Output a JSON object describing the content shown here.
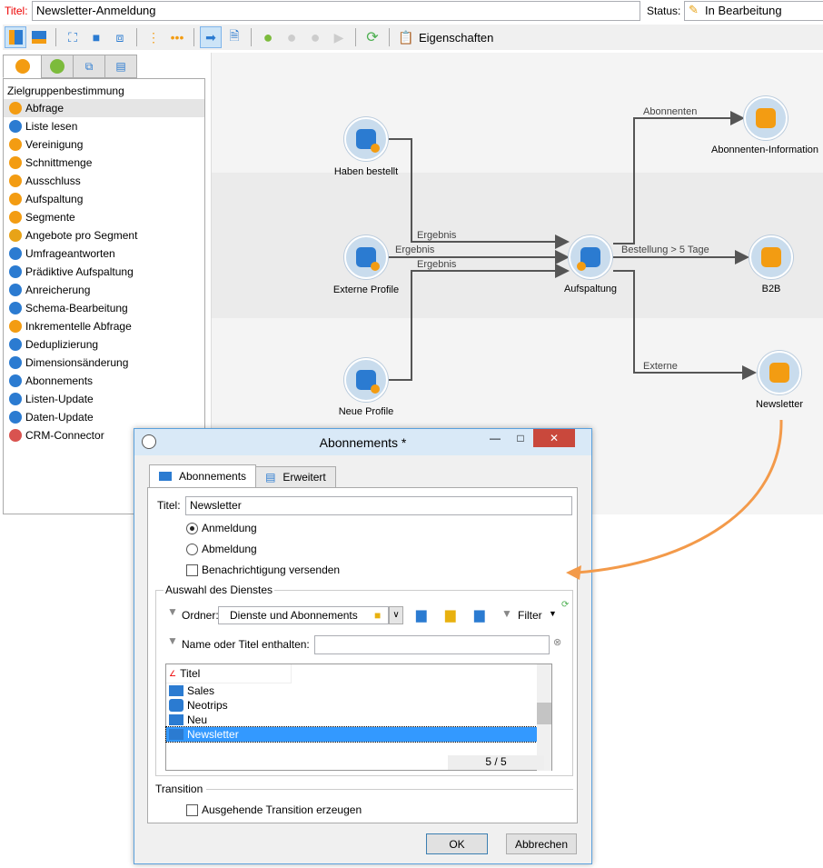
{
  "header": {
    "title_label": "Titel:",
    "title_value": "Newsletter-Anmeldung",
    "status_label": "Status:",
    "status_value": "In Bearbeitung"
  },
  "toolbar": {
    "properties_label": "Eigenschaften"
  },
  "palette": {
    "heading": "Zielgruppenbestimmung",
    "items": [
      "Abfrage",
      "Liste lesen",
      "Vereinigung",
      "Schnittmenge",
      "Ausschluss",
      "Aufspaltung",
      "Segmente",
      "Angebote pro Segment",
      "Umfrageantworten",
      "Prädiktive Aufspaltung",
      "Anreicherung",
      "Schema-Bearbeitung",
      "Inkrementelle Abfrage",
      "Deduplizierung",
      "Dimensionsänderung",
      "Abonnements",
      "Listen-Update",
      "Daten-Update",
      "CRM-Connector"
    ]
  },
  "workflow": {
    "nodes": {
      "haben": "Haben bestellt",
      "externe": "Externe Profile",
      "neue": "Neue Profile",
      "split": "Aufspaltung",
      "info": "Abonnenten-Information",
      "b2b": "B2B",
      "newsletter": "Newsletter"
    },
    "edges": {
      "e1": "Ergebnis",
      "e2": "Ergebnis",
      "e3": "Ergebnis",
      "abo": "Abonnenten",
      "best": "Bestellung > 5 Tage",
      "ext": "Externe"
    }
  },
  "dialog": {
    "title": "Abonnements *",
    "tabs": [
      "Abonnements",
      "Erweitert"
    ],
    "title_label": "Titel:",
    "title_value": "Newsletter",
    "radio_subscribe": "Anmeldung",
    "radio_unsubscribe": "Abmeldung",
    "notify": "Benachrichtigung versenden",
    "service_group": "Auswahl des Dienstes",
    "folder_label": "Ordner:",
    "folder_value": "Dienste und Abonnements",
    "filter_label": "Filter",
    "name_filter_label": "Name oder Titel enthalten:",
    "name_filter_value": "",
    "col_title": "Titel",
    "rows": [
      "Sales",
      "Neotrips",
      "Neu",
      "Newsletter"
    ],
    "count": "5 / 5",
    "transition_group": "Transition",
    "transition_chk": "Ausgehende Transition erzeugen",
    "ok": "OK",
    "cancel": "Abbrechen"
  }
}
